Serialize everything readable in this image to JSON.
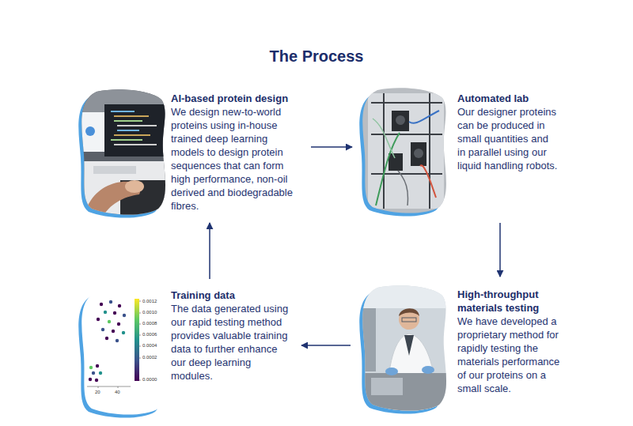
{
  "diagram": {
    "title": "The Process",
    "nodes": [
      {
        "text": [
          "AI-based protein design",
          "We design new-to-world proteins using in-house trained deep learning models to design protein sequences that can form high performance, non-oil derived and biodegradable fibres."
        ]
      },
      {
        "text": [
          "Automated lab",
          "Our designer proteins can be produced in small quantities and in parallel using our liquid handling robots."
        ]
      },
      {
        "text": [
          "High-throughput materials testing",
          "We have developed a proprietary method for rapidly testing the materials performance of our proteins on a small scale."
        ]
      },
      {
        "text": [
          "Training data",
          "The data generated using our rapid testing method provides valuable training data to further enhance our deep learning modules."
        ]
      }
    ],
    "edges": [
      {
        "from": 0,
        "to": 1,
        "arrow": "to"
      },
      {
        "from": 1,
        "to": 2,
        "arrow": "to"
      },
      {
        "from": 2,
        "to": 3,
        "arrow": "to"
      },
      {
        "from": 3,
        "to": 0,
        "arrow": "to"
      }
    ],
    "labels": [
      "0.0012",
      "0.0010",
      "0.0008",
      "0.0006",
      "0.0004",
      "0.0002",
      "0.0000",
      "20",
      "40"
    ]
  }
}
